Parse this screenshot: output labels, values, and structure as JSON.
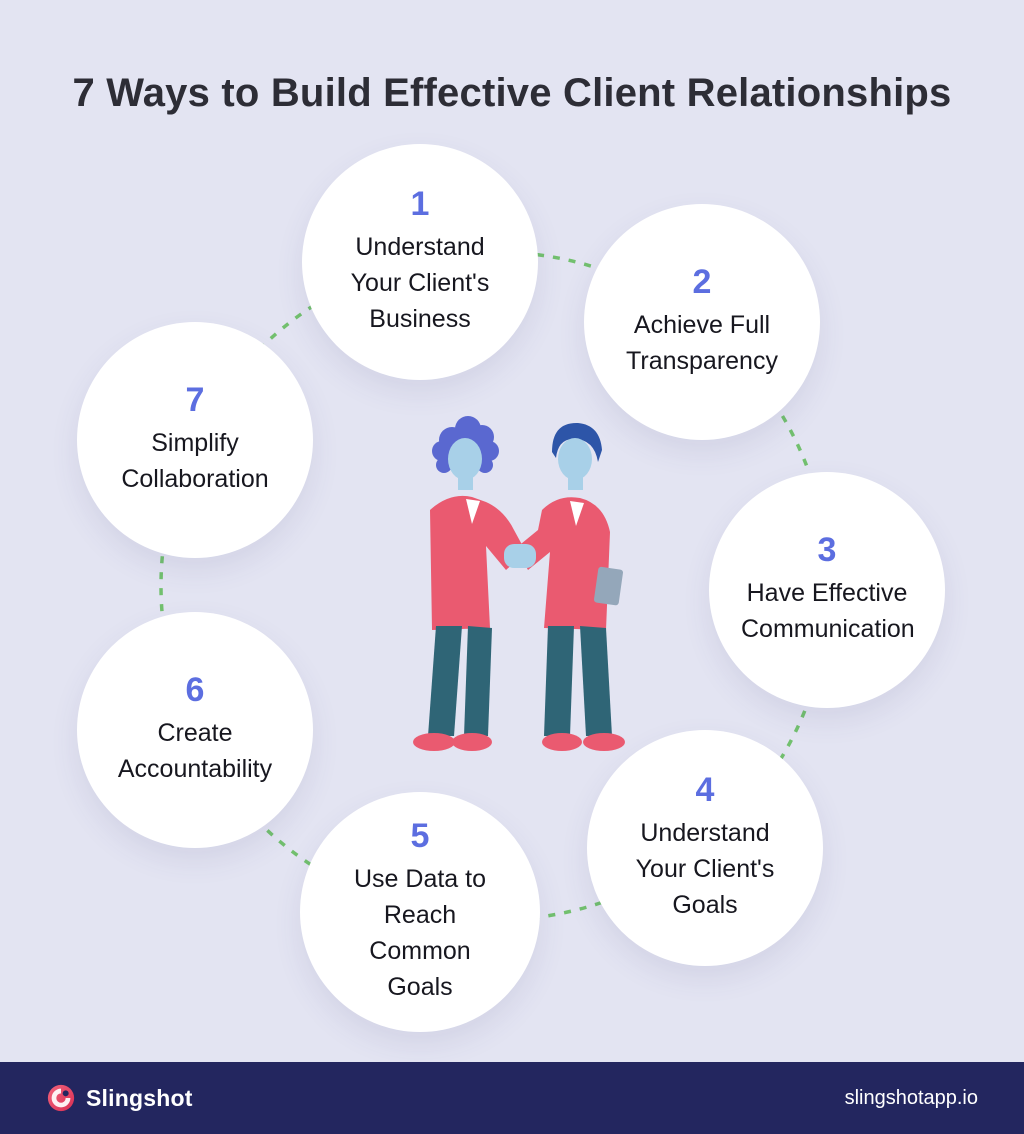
{
  "title": "7 Ways to Build Effective Client Relationships",
  "items": [
    {
      "number": "1",
      "label": "Understand Your Client's Business"
    },
    {
      "number": "2",
      "label": "Achieve Full Transparency"
    },
    {
      "number": "3",
      "label": "Have Effective Communication"
    },
    {
      "number": "4",
      "label": "Understand Your Client's Goals"
    },
    {
      "number": "5",
      "label": "Use Data to Reach Common Goals"
    },
    {
      "number": "6",
      "label": "Create Accountability"
    },
    {
      "number": "7",
      "label": "Simplify Collaboration"
    }
  ],
  "footer": {
    "brand": "Slingshot",
    "url": "slingshotapp.io"
  },
  "colors": {
    "background": "#e3e4f2",
    "circle_fill": "#ffffff",
    "number_accent": "#5c6ee0",
    "connector_green": "#72c06e",
    "footer_bg": "#23265f",
    "title_text": "#2d2d36"
  },
  "illustration": {
    "description": "Two businessmen in red jackets shaking hands"
  }
}
